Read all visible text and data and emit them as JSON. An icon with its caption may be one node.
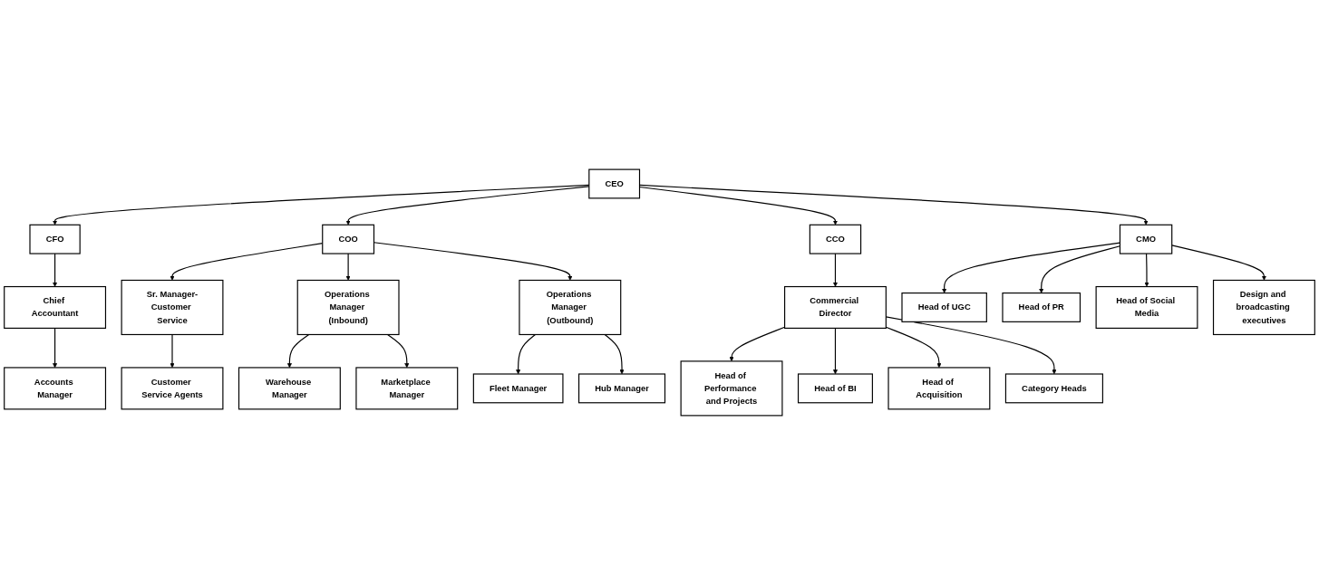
{
  "diagram": {
    "nodes": [
      {
        "text": [
          "CEO"
        ]
      },
      {
        "text": [
          "CFO"
        ]
      },
      {
        "text": [
          "COO"
        ]
      },
      {
        "text": [
          "CCO"
        ]
      },
      {
        "text": [
          "CMO"
        ]
      },
      {
        "text": [
          "Chief Accountant"
        ]
      },
      {
        "text": [
          "Accounts Manager"
        ]
      },
      {
        "text": [
          "Sr. Manager-Customer Service"
        ]
      },
      {
        "text": [
          "Operations Manager (Inbound)"
        ]
      },
      {
        "text": [
          "Operations Manager (Outbound)"
        ]
      },
      {
        "text": [
          "Customer Service Agents"
        ]
      },
      {
        "text": [
          "Warehouse Manager"
        ]
      },
      {
        "text": [
          "Marketplace Manager"
        ]
      },
      {
        "text": [
          "Fleet Manager"
        ]
      },
      {
        "text": [
          "Hub Manager"
        ]
      },
      {
        "text": [
          "Commercial Director"
        ]
      },
      {
        "text": [
          "Head of Performance and Projects"
        ]
      },
      {
        "text": [
          "Head of BI"
        ]
      },
      {
        "text": [
          "Head of Acquisition"
        ]
      },
      {
        "text": [
          "Category Heads"
        ]
      },
      {
        "text": [
          "Head of UGC"
        ]
      },
      {
        "text": [
          "Head of PR"
        ]
      },
      {
        "text": [
          "Head of Social Media"
        ]
      },
      {
        "text": [
          "Design and broadcasting executives"
        ]
      }
    ],
    "edges": [
      {
        "from": 0,
        "to": 1,
        "arrow": "to"
      },
      {
        "from": 0,
        "to": 2,
        "arrow": "to"
      },
      {
        "from": 0,
        "to": 3,
        "arrow": "to"
      },
      {
        "from": 0,
        "to": 4,
        "arrow": "to"
      },
      {
        "from": 1,
        "to": 5,
        "arrow": "to"
      },
      {
        "from": 5,
        "to": 6,
        "arrow": "to"
      },
      {
        "from": 2,
        "to": 7,
        "arrow": "to"
      },
      {
        "from": 2,
        "to": 8,
        "arrow": "to"
      },
      {
        "from": 2,
        "to": 9,
        "arrow": "to"
      },
      {
        "from": 7,
        "to": 10,
        "arrow": "to"
      },
      {
        "from": 8,
        "to": 11,
        "arrow": "to"
      },
      {
        "from": 8,
        "to": 12,
        "arrow": "to"
      },
      {
        "from": 9,
        "to": 13,
        "arrow": "to"
      },
      {
        "from": 9,
        "to": 14,
        "arrow": "to"
      },
      {
        "from": 3,
        "to": 15,
        "arrow": "to"
      },
      {
        "from": 15,
        "to": 16,
        "arrow": "to"
      },
      {
        "from": 15,
        "to": 17,
        "arrow": "to"
      },
      {
        "from": 15,
        "to": 18,
        "arrow": "to"
      },
      {
        "from": 15,
        "to": 19,
        "arrow": "to"
      },
      {
        "from": 4,
        "to": 20,
        "arrow": "to"
      },
      {
        "from": 4,
        "to": 21,
        "arrow": "to"
      },
      {
        "from": 4,
        "to": 22,
        "arrow": "to"
      },
      {
        "from": 4,
        "to": 23,
        "arrow": "to"
      }
    ]
  }
}
